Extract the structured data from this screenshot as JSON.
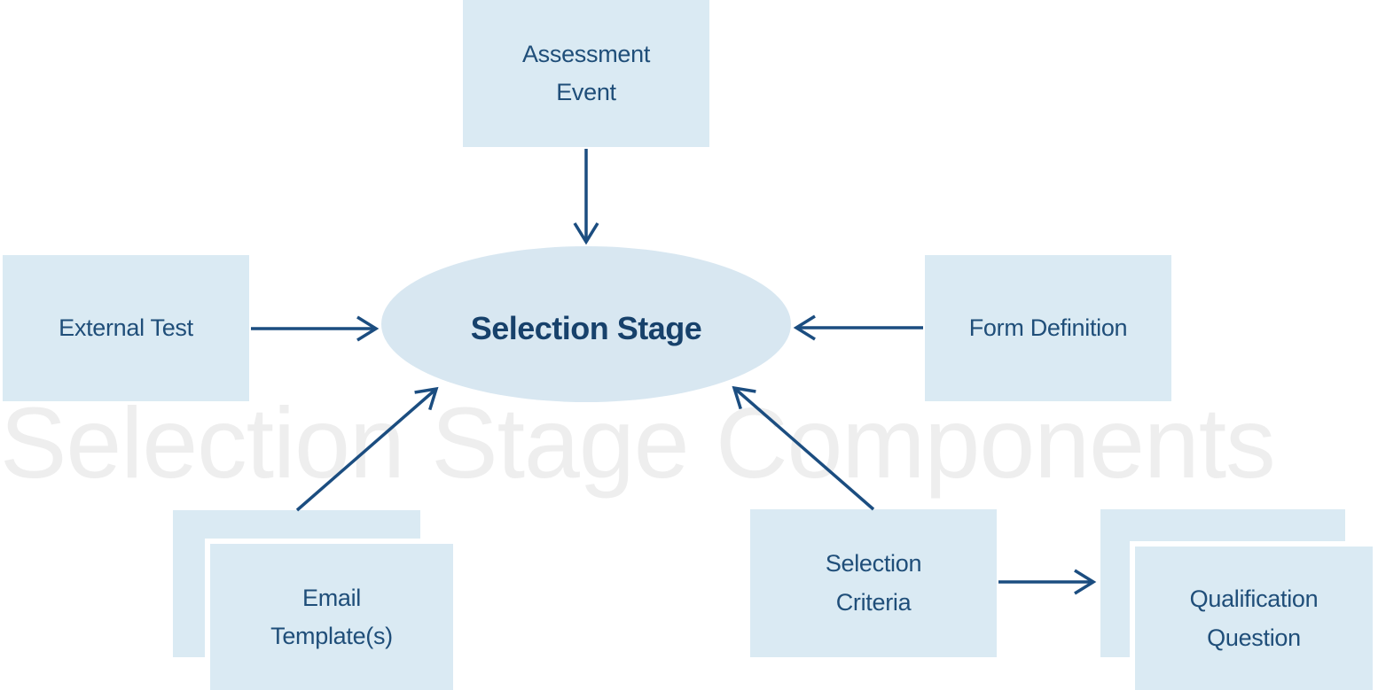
{
  "watermark": "Selection Stage Components",
  "center_node": {
    "label": "Selection Stage"
  },
  "nodes": {
    "assessment_event": {
      "label": "Assessment\nEvent"
    },
    "external_test": {
      "label": "External Test"
    },
    "form_definition": {
      "label": "Form Definition"
    },
    "email_templates": {
      "label": "Email\nTemplate(s)",
      "stacked": true
    },
    "selection_criteria": {
      "label": "Selection\nCriteria"
    },
    "qualification_question": {
      "label": "Qualification\nQuestion",
      "stacked": true
    }
  },
  "connections": [
    {
      "from": "Assessment Event",
      "to": "Selection Stage"
    },
    {
      "from": "External Test",
      "to": "Selection Stage"
    },
    {
      "from": "Form Definition",
      "to": "Selection Stage"
    },
    {
      "from": "Email Template(s)",
      "to": "Selection Stage"
    },
    {
      "from": "Selection Criteria",
      "to": "Selection Stage"
    },
    {
      "from": "Selection Criteria",
      "to": "Qualification Question"
    }
  ],
  "colors": {
    "node_fill": "#daeaf3",
    "ellipse_fill": "#d8e7f1",
    "node_text": "#1f4e79",
    "center_text": "#17416b",
    "arrow": "#1b4d80",
    "watermark": "#eeeeee",
    "background": "#ffffff"
  }
}
